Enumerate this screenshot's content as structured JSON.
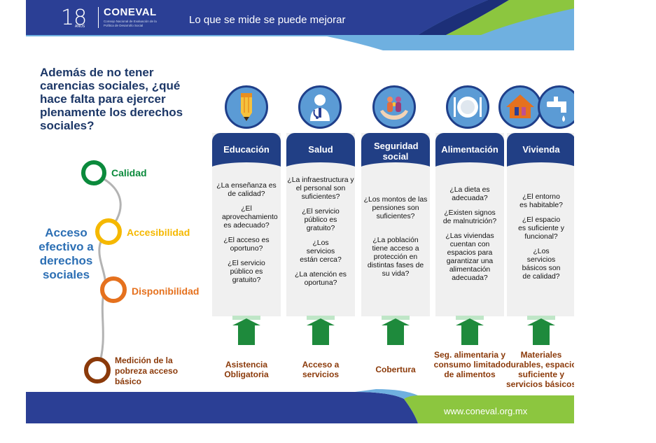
{
  "header": {
    "logo_number": "18",
    "logo_years": "AÑOS",
    "logo_brand": "CONEVAL",
    "logo_subtitle": "Consejo Nacional de Evaluación de la Política de Desarrollo Social",
    "tagline": "Lo que se mide se puede mejorar"
  },
  "question": "Además de no tener carencias sociales, ¿qué hace falta para ejercer plenamente los derechos sociales?",
  "timeline": {
    "center_label": "Acceso efectivo a derechos sociales",
    "levels": [
      {
        "label": "Calidad",
        "color": "#0b8a3c"
      },
      {
        "label": "Accesibilidad",
        "color": "#f5b800"
      },
      {
        "label": "Disponibilidad",
        "color": "#e5711e"
      },
      {
        "label": "Medición de la pobreza acceso básico",
        "color": "#8b3a0a"
      }
    ]
  },
  "columns": [
    {
      "title": "Educación",
      "icon": "pencil-icon",
      "questions": [
        "¿La enseñanza es de calidad?",
        "¿El aprovechamiento es adecuado?",
        "¿El acceso es oportuno?",
        "¿El servicio público es gratuito?"
      ],
      "basic_label": "Asistencia Obligatoria"
    },
    {
      "title": "Salud",
      "icon": "doctor-icon",
      "questions": [
        "¿La infraestructura y el personal son suficientes?",
        "¿El servicio público es gratuito?",
        "¿Los servicios están cerca?",
        "¿La atención es oportuna?"
      ],
      "basic_label": "Acceso a servicios"
    },
    {
      "title": "Seguridad social",
      "icon": "family-hands-icon",
      "questions": [
        "¿Los montos de las pensiones son suficientes?",
        "¿La población tiene acceso a protección en distintas fases de su vida?"
      ],
      "basic_label": "Cobertura"
    },
    {
      "title": "Alimentación",
      "icon": "plate-icon",
      "questions": [
        "¿La dieta es adecuada?",
        "¿Existen signos de malnutrición?",
        "¿Las viviendas cuentan con espacios para garantizar una alimentación adecuada?"
      ],
      "basic_label": "Seg. alimentaria y consumo limitado de alimentos"
    },
    {
      "title": "Vivienda",
      "icon": "house-faucet-icon",
      "questions": [
        "¿El entorno es habitable?",
        "¿El espacio es suficiente y funcional?",
        "¿Los servicios básicos son de calidad?"
      ],
      "basic_label": "Materiales durables, espacio suficiente y servicios básicos"
    }
  ],
  "footer": {
    "url": "www.coneval.org.mx"
  },
  "colors": {
    "navy": "#213f85",
    "header_blue": "#2b3f95",
    "green": "#1e8a3c",
    "light_green": "#8cc63f",
    "light_blue": "#6fb0e0",
    "brown": "#8b3a0a",
    "question_text": "#1c3767",
    "acceso_text": "#2c6fb4"
  }
}
